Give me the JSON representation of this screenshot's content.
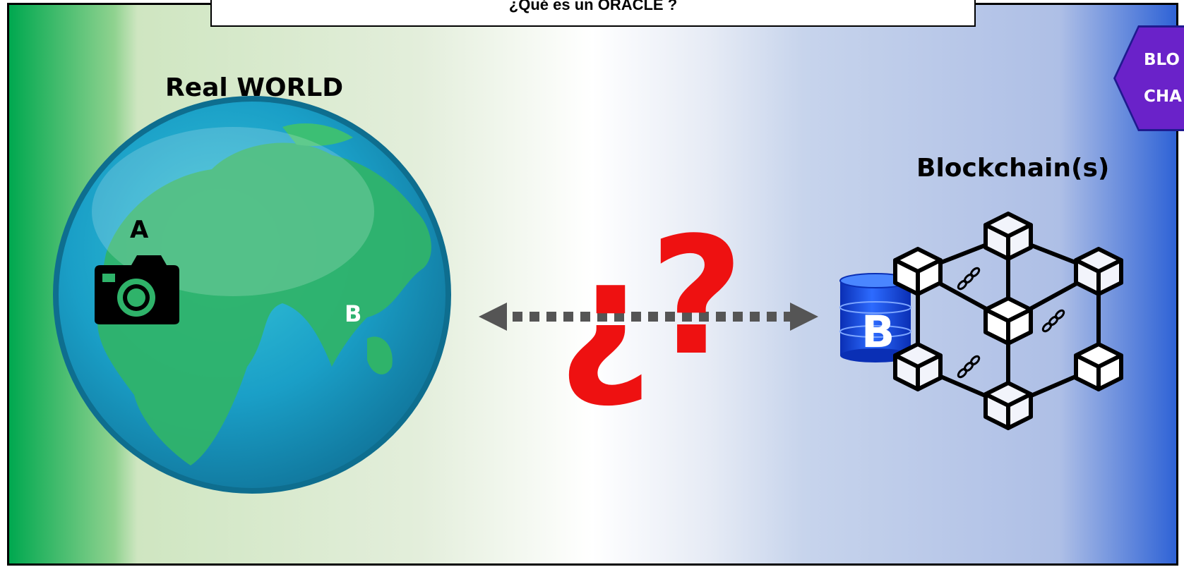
{
  "title": "¿Qué es un ORACLE ?",
  "real_world_label": "Real WORLD",
  "blockchain_label": "Blockchain(s)",
  "badge": {
    "line1": "BLO",
    "line2": "CHA"
  },
  "globe_letter_a": "A",
  "globe_letter_b": "B",
  "question_open": "¿",
  "question_close": "?",
  "db_letter": "B",
  "colors": {
    "question_mark": "#ee1111",
    "arrow": "#555555",
    "badge": "#6a22c9",
    "left_edge": "#00a84f",
    "right_edge": "#2f63d6"
  },
  "icons": [
    "globe-icon",
    "camera-icon",
    "database-icon",
    "blockchain-network-icon",
    "double-arrow-icon"
  ]
}
